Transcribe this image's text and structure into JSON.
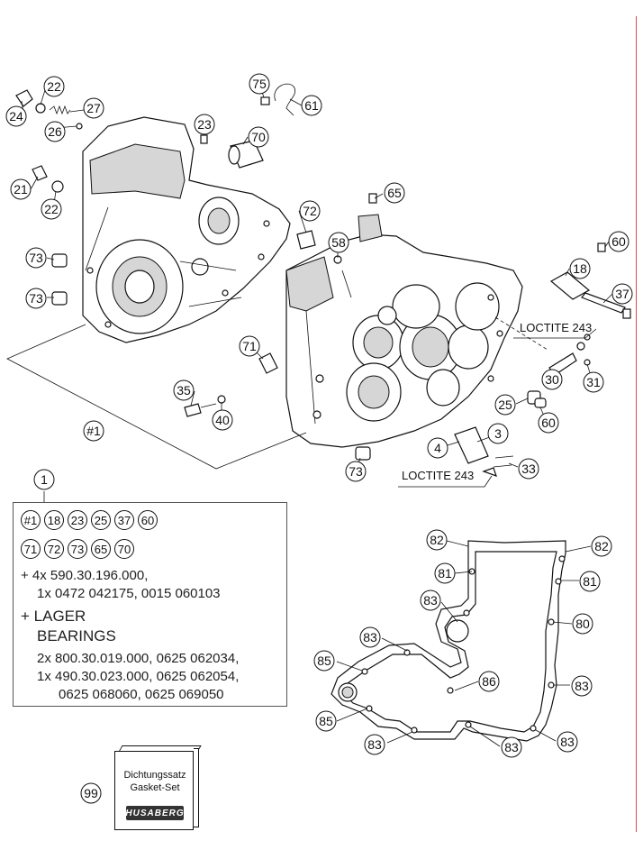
{
  "callouts": {
    "c22a": "22",
    "c24": "24",
    "c27": "27",
    "c26": "26",
    "c23": "23",
    "c75": "75",
    "c61": "61",
    "c70": "70",
    "c21": "21",
    "c22b": "22",
    "c65": "65",
    "c72": "72",
    "c58": "58",
    "c73a": "73",
    "c73b": "73",
    "c60a": "60",
    "c18": "18",
    "c37": "37",
    "c71": "71",
    "c35": "35",
    "c40": "40",
    "c30": "30",
    "c31": "31",
    "c25": "25",
    "c60b": "60",
    "c3": "3",
    "c4": "4",
    "c73c": "73",
    "c33": "33",
    "c1h": "#1",
    "c1": "1",
    "c82a": "82",
    "c82b": "82",
    "c81a": "81",
    "c81b": "81",
    "c83a": "83",
    "c80": "80",
    "c83b": "83",
    "c85a": "85",
    "c86": "86",
    "c83c": "83",
    "c85b": "85",
    "c83d": "83",
    "c83e": "83",
    "c83f": "83",
    "c99": "99"
  },
  "annotations": {
    "loctite_upper": "LOCTITE 243",
    "loctite_lower": "LOCTITE 243"
  },
  "info_box": {
    "row1": [
      "#1",
      "18",
      "23",
      "25",
      "37",
      "60"
    ],
    "row2": [
      "71",
      "72",
      "73",
      "65",
      "70"
    ],
    "line1": "+ 4x 590.30.196.000,",
    "line2": "1x 0472 042175, 0015 060103",
    "line3": "+ LAGER",
    "line4": "BEARINGS",
    "line5": "2x 800.30.019.000, 0625 062034,",
    "line6": "1x 490.30.023.000, 0625 062054,",
    "line7": "0625 068060, 0625 069050"
  },
  "gasket_kit": {
    "label_de": "Dichtungssatz",
    "label_en": "Gasket-Set",
    "logo": "HUSABERG"
  }
}
